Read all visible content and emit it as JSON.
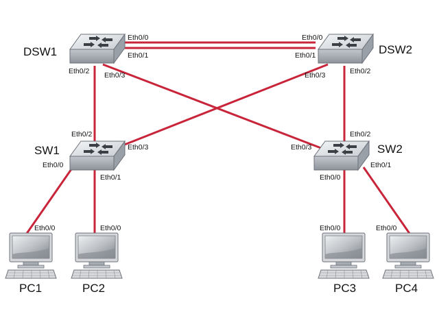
{
  "colors": {
    "link": "#c8243a",
    "switch_top": "#e3e6ea",
    "switch_side": "#a7acb3",
    "switch_edge": "#6b7078",
    "arrow": "#3b3f46",
    "monitor_screen": "#9fa3a9",
    "monitor_frame": "#d6d8db",
    "keyboard": "#d9dbde"
  },
  "devices": {
    "dsw1": {
      "name": "DSW1",
      "type": "switch",
      "icon": "switch-icon"
    },
    "dsw2": {
      "name": "DSW2",
      "type": "switch",
      "icon": "switch-icon"
    },
    "sw1": {
      "name": "SW1",
      "type": "switch",
      "icon": "switch-icon"
    },
    "sw2": {
      "name": "SW2",
      "type": "switch",
      "icon": "switch-icon"
    },
    "pc1": {
      "name": "PC1",
      "type": "pc",
      "icon": "pc-icon"
    },
    "pc2": {
      "name": "PC2",
      "type": "pc",
      "icon": "pc-icon"
    },
    "pc3": {
      "name": "PC3",
      "type": "pc",
      "icon": "pc-icon"
    },
    "pc4": {
      "name": "PC4",
      "type": "pc",
      "icon": "pc-icon"
    }
  },
  "links": [
    {
      "id": "dsw1-dsw2-a",
      "from": "dsw1",
      "from_port": "Eth0/0",
      "to": "dsw2",
      "to_port": "Eth0/0"
    },
    {
      "id": "dsw1-dsw2-b",
      "from": "dsw1",
      "from_port": "Eth0/1",
      "to": "dsw2",
      "to_port": "Eth0/1"
    },
    {
      "id": "dsw1-sw1",
      "from": "dsw1",
      "from_port": "Eth0/2",
      "to": "sw1",
      "to_port": "Eth0/2"
    },
    {
      "id": "dsw1-sw2",
      "from": "dsw1",
      "from_port": "Eth0/3",
      "to": "sw2",
      "to_port": "Eth0/3"
    },
    {
      "id": "dsw2-sw2",
      "from": "dsw2",
      "from_port": "Eth0/2",
      "to": "sw2",
      "to_port": "Eth0/2"
    },
    {
      "id": "dsw2-sw1",
      "from": "dsw2",
      "from_port": "Eth0/3",
      "to": "sw1",
      "to_port": "Eth0/3"
    },
    {
      "id": "sw1-pc1",
      "from": "sw1",
      "from_port": "Eth0/0",
      "to": "pc1",
      "to_port": "Eth0/0"
    },
    {
      "id": "sw1-pc2",
      "from": "sw1",
      "from_port": "Eth0/1",
      "to": "pc2",
      "to_port": "Eth0/0"
    },
    {
      "id": "sw2-pc3",
      "from": "sw2",
      "from_port": "Eth0/0",
      "to": "pc3",
      "to_port": "Eth0/0"
    },
    {
      "id": "sw2-pc4",
      "from": "sw2",
      "from_port": "Eth0/1",
      "to": "pc4",
      "to_port": "Eth0/0"
    }
  ]
}
